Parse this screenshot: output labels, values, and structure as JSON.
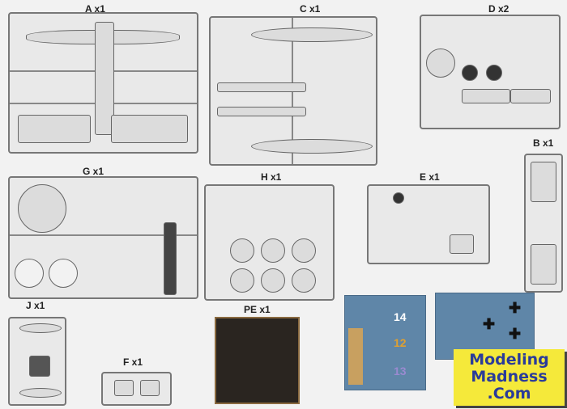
{
  "sprues": [
    {
      "id": "A",
      "label": "A x1"
    },
    {
      "id": "C",
      "label": "C x1"
    },
    {
      "id": "D",
      "label": "D x2"
    },
    {
      "id": "B",
      "label": "B x1"
    },
    {
      "id": "G",
      "label": "G x1"
    },
    {
      "id": "H",
      "label": "H x1"
    },
    {
      "id": "E",
      "label": "E x1"
    },
    {
      "id": "J",
      "label": "J x1"
    },
    {
      "id": "F",
      "label": "F x1"
    }
  ],
  "photoetch": {
    "label": "PE x1"
  },
  "decals": {
    "numbers": [
      "14",
      "12",
      "13"
    ]
  },
  "logo": {
    "line1": "Modeling",
    "line2": "Madness",
    "line3": ".Com"
  },
  "colors": {
    "background": "#f2f2f2",
    "decal_blue": "#5f86a8",
    "logo_yellow": "#f5e93a",
    "logo_text": "#2a3b9a"
  }
}
